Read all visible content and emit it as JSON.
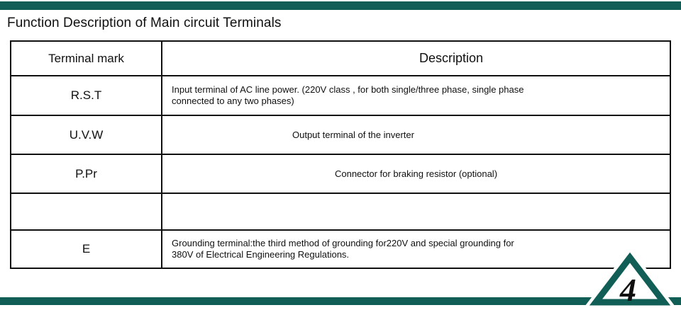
{
  "page": {
    "title": "Function Description of Main circuit Terminals",
    "page_number": "4",
    "accent_color": "#115e56"
  },
  "table": {
    "headers": [
      "Terminal mark",
      "Description"
    ],
    "rows": [
      {
        "mark": "R.S.T",
        "description": "Input terminal of AC line power. (220V class , for both single/three phase, single phase\nconnected to any two phases)"
      },
      {
        "mark": "U.V.W",
        "description": "Output terminal of the inverter"
      },
      {
        "mark": "P.Pr",
        "description": "Connector for braking resistor (optional)"
      },
      {
        "mark": "",
        "description": ""
      },
      {
        "mark": "E",
        "description": "Grounding terminal:the third method of grounding for220V and special grounding for\n380V of Electrical Engineering Regulations."
      }
    ]
  }
}
